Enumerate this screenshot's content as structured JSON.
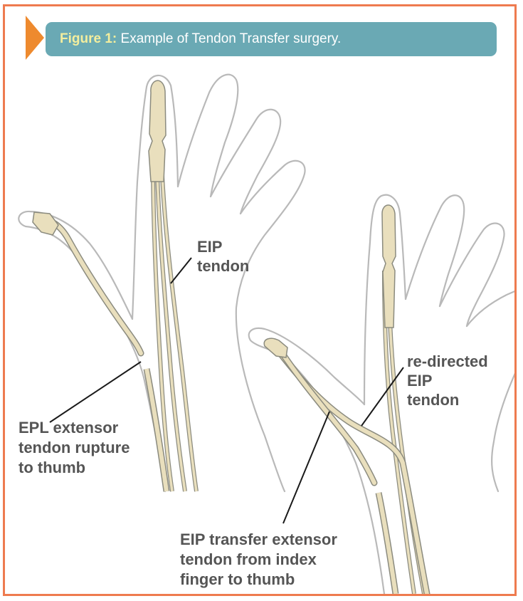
{
  "figure": {
    "caption_prefix": "Figure 1:",
    "caption_text": "Example of Tendon Transfer surgery."
  },
  "labels": {
    "eip_tendon": [
      "EIP",
      "tendon"
    ],
    "epl_rupture": [
      "EPL extensor",
      "tendon rupture",
      "to thumb"
    ],
    "redirected_eip": [
      "re-directed",
      "EIP",
      "tendon"
    ],
    "eip_transfer": [
      "EIP transfer extensor",
      "tendon from index",
      "finger to thumb"
    ]
  },
  "colors": {
    "border": "#ee7b4f",
    "arrow": "#ee8a2e",
    "caption_bg": "#6aa9b4",
    "caption_accent": "#f3ee9e",
    "tendon_fill": "#e9dfbd",
    "tendon_stroke": "#8b8b7f",
    "hand_outline": "#b9b9b9",
    "label": "#555555"
  }
}
